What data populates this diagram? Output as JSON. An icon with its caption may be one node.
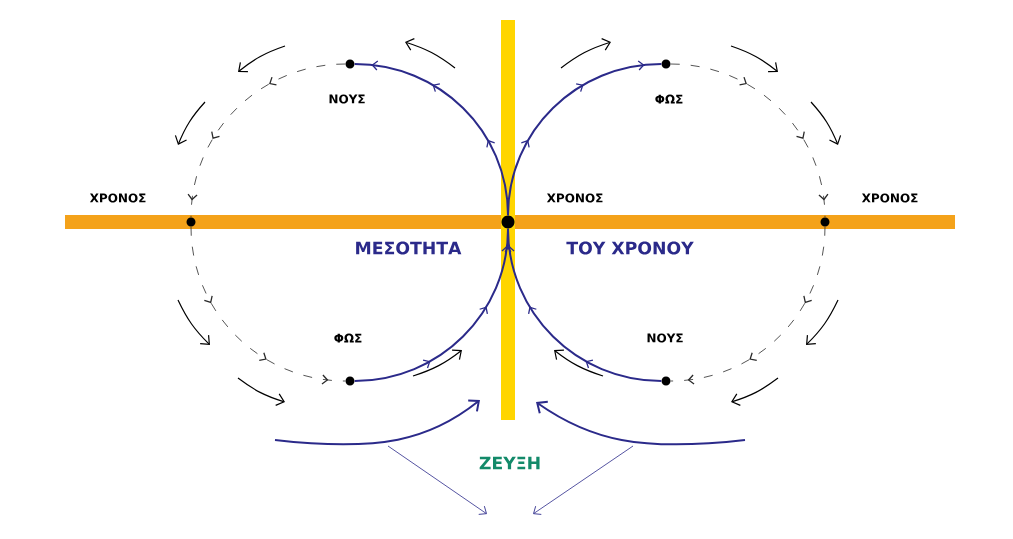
{
  "diagram": {
    "nodes": [
      {
        "text": [],
        "shape": "circle",
        "beside": [
          "ΝΟΥΣ"
        ]
      },
      {
        "text": [],
        "shape": "circle",
        "beside": [
          "ΦΩΣ"
        ]
      },
      {
        "text": [],
        "shape": "circle",
        "beside": [
          "ΧΡΟΝΟΣ"
        ]
      },
      {
        "text": [],
        "shape": "circle",
        "beside": [
          "ΧΡΟΝΟΣ"
        ]
      },
      {
        "text": [],
        "shape": "circle",
        "beside": [
          "ΧΡΟΝΟΣ"
        ]
      },
      {
        "text": [],
        "shape": "circle",
        "beside": [
          "ΦΩΣ"
        ]
      },
      {
        "text": [],
        "shape": "circle",
        "beside": [
          "ΝΟΥΣ"
        ]
      }
    ],
    "edges": [
      {
        "from": 3,
        "to": 0,
        "arrow": "to",
        "color": "#2b2a8a"
      },
      {
        "from": 3,
        "to": 1,
        "arrow": "to",
        "color": "#2b2a8a"
      },
      {
        "from": 5,
        "to": 3,
        "arrow": "to",
        "color": "#2b2a8a"
      },
      {
        "from": 6,
        "to": 3,
        "arrow": "to",
        "color": "#2b2a8a"
      },
      {
        "from": 0,
        "to": 2,
        "arrow": "to",
        "style": "dashed",
        "color": "#2a2a2a"
      },
      {
        "from": 2,
        "to": 5,
        "arrow": "to",
        "style": "dashed",
        "color": "#2a2a2a"
      },
      {
        "from": 1,
        "to": 4,
        "arrow": "to",
        "style": "dashed",
        "color": "#2a2a2a"
      },
      {
        "from": 4,
        "to": 6,
        "arrow": "to",
        "style": "dashed",
        "color": "#2a2a2a"
      }
    ],
    "labels": [
      "ΜΕΣΟΤΗΤΑ",
      "ΤΟΥ ΧΡΟΝΟΥ",
      "ΖΕΥΞΗ"
    ]
  }
}
